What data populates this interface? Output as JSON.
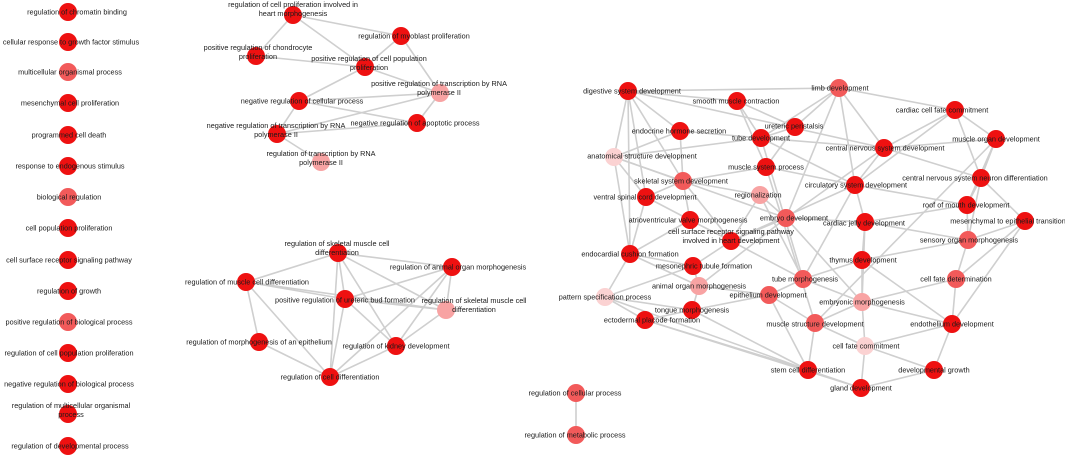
{
  "colors": {
    "strong": "#ee1111",
    "medium": "#f25a5a",
    "light": "#f8a3a3",
    "pale": "#fbd2d2",
    "edge": "#cfcfcf"
  },
  "nodes": [
    {
      "id": "n1",
      "label": [
        "regulation of chromatin binding"
      ],
      "shade": "strong"
    },
    {
      "id": "n2",
      "label": [
        "cellular response to growth factor stimulus"
      ],
      "shade": "strong"
    },
    {
      "id": "n3",
      "label": [
        "multicellular organismal process"
      ],
      "shade": "medium"
    },
    {
      "id": "n4",
      "label": [
        "mesenchymal cell proliferation"
      ],
      "shade": "strong"
    },
    {
      "id": "n5",
      "label": [
        "programmed cell death"
      ],
      "shade": "strong"
    },
    {
      "id": "n6",
      "label": [
        "response to endogenous stimulus"
      ],
      "shade": "strong"
    },
    {
      "id": "n7",
      "label": [
        "biological regulation"
      ],
      "shade": "medium"
    },
    {
      "id": "n8",
      "label": [
        "cell population proliferation"
      ],
      "shade": "strong"
    },
    {
      "id": "n9",
      "label": [
        "cell surface receptor signaling pathway"
      ],
      "shade": "strong"
    },
    {
      "id": "n10",
      "label": [
        "regulation of growth"
      ],
      "shade": "strong"
    },
    {
      "id": "n11",
      "label": [
        "positive regulation of biological process"
      ],
      "shade": "medium"
    },
    {
      "id": "n12",
      "label": [
        "regulation of cell population proliferation"
      ],
      "shade": "strong"
    },
    {
      "id": "n13",
      "label": [
        "negative regulation of biological process"
      ],
      "shade": "strong"
    },
    {
      "id": "n14",
      "label": [
        "regulation of multicellular organismal",
        "process"
      ],
      "shade": "strong"
    },
    {
      "id": "n15",
      "label": [
        "regulation of developmental process"
      ],
      "shade": "strong"
    },
    {
      "id": "c1",
      "label": [
        "regulation of cell proliferation involved in",
        "heart morphogenesis"
      ],
      "shade": "strong"
    },
    {
      "id": "c2",
      "label": [
        "regulation of myoblast proliferation"
      ],
      "shade": "strong"
    },
    {
      "id": "c3",
      "label": [
        "positive regulation of chondrocyte",
        "proliferation"
      ],
      "shade": "strong"
    },
    {
      "id": "c4",
      "label": [
        "positive regulation of cell population",
        "proliferation"
      ],
      "shade": "strong"
    },
    {
      "id": "c5",
      "label": [
        "positive regulation of transcription by RNA",
        "polymerase II"
      ],
      "shade": "light"
    },
    {
      "id": "c6",
      "label": [
        "negative regulation of cellular process"
      ],
      "shade": "strong"
    },
    {
      "id": "c7",
      "label": [
        "negative regulation of apoptotic process"
      ],
      "shade": "strong"
    },
    {
      "id": "c8",
      "label": [
        "negative regulation of transcription by RNA",
        "polymerase II"
      ],
      "shade": "strong"
    },
    {
      "id": "c9",
      "label": [
        "regulation of transcription by RNA",
        "polymerase II"
      ],
      "shade": "light"
    },
    {
      "id": "d1",
      "label": [
        "regulation of skeletal muscle cell",
        "differentiation"
      ],
      "shade": "strong"
    },
    {
      "id": "d2",
      "label": [
        "regulation of animal organ morphogenesis"
      ],
      "shade": "strong"
    },
    {
      "id": "d3",
      "label": [
        "regulation of muscle cell differentiation"
      ],
      "shade": "strong"
    },
    {
      "id": "d4",
      "label": [
        "positive regulation of ureteric bud formation"
      ],
      "shade": "strong"
    },
    {
      "id": "d5",
      "label": [
        "regulation of skeletal muscle cell",
        "differentiation"
      ],
      "shade": "light"
    },
    {
      "id": "d6",
      "label": [
        "regulation of morphogenesis of an epithelium"
      ],
      "shade": "strong"
    },
    {
      "id": "d7",
      "label": [
        "regulation of kidney development"
      ],
      "shade": "strong"
    },
    {
      "id": "d8",
      "label": [
        "regulation of cell differentiation"
      ],
      "shade": "strong"
    },
    {
      "id": "e1",
      "label": [
        "regulation of cellular process"
      ],
      "shade": "medium"
    },
    {
      "id": "e2",
      "label": [
        "regulation of metabolic process"
      ],
      "shade": "medium"
    },
    {
      "id": "b1",
      "label": [
        "digestive system development"
      ],
      "shade": "strong"
    },
    {
      "id": "b2",
      "label": [
        "limb development"
      ],
      "shade": "medium"
    },
    {
      "id": "b3",
      "label": [
        "smooth muscle contraction"
      ],
      "shade": "strong"
    },
    {
      "id": "b4",
      "label": [
        "cardiac cell fate commitment"
      ],
      "shade": "strong"
    },
    {
      "id": "b5",
      "label": [
        "ureteric peristalsis"
      ],
      "shade": "strong"
    },
    {
      "id": "b6",
      "label": [
        "endocrine hormone secretion"
      ],
      "shade": "strong"
    },
    {
      "id": "b7",
      "label": [
        "tube development"
      ],
      "shade": "strong"
    },
    {
      "id": "b8",
      "label": [
        "muscle organ development"
      ],
      "shade": "strong"
    },
    {
      "id": "b9",
      "label": [
        "anatomical structure development"
      ],
      "shade": "pale"
    },
    {
      "id": "b10",
      "label": [
        "central nervous system development"
      ],
      "shade": "strong"
    },
    {
      "id": "b11",
      "label": [
        "muscle system process"
      ],
      "shade": "strong"
    },
    {
      "id": "b12",
      "label": [
        "skeletal system development"
      ],
      "shade": "medium"
    },
    {
      "id": "b13",
      "label": [
        "circulatory system development"
      ],
      "shade": "strong"
    },
    {
      "id": "b14",
      "label": [
        "central nervous system neuron differentiation"
      ],
      "shade": "strong"
    },
    {
      "id": "b15",
      "label": [
        "regionalization"
      ],
      "shade": "light"
    },
    {
      "id": "b16",
      "label": [
        "ventral spinal cord development"
      ],
      "shade": "strong"
    },
    {
      "id": "b17",
      "label": [
        "roof of mouth development"
      ],
      "shade": "strong"
    },
    {
      "id": "b18",
      "label": [
        "embryo development"
      ],
      "shade": "medium"
    },
    {
      "id": "b19",
      "label": [
        "atrioventricular valve morphogenesis"
      ],
      "shade": "strong"
    },
    {
      "id": "b20",
      "label": [
        "cardiac jelly development"
      ],
      "shade": "strong"
    },
    {
      "id": "b21",
      "label": [
        "mesenchymal to epithelial transition"
      ],
      "shade": "strong"
    },
    {
      "id": "b22",
      "label": [
        "cell surface receptor signaling pathway",
        "involved in heart development"
      ],
      "shade": "strong"
    },
    {
      "id": "b23",
      "label": [
        "sensory organ morphogenesis"
      ],
      "shade": "medium"
    },
    {
      "id": "b24",
      "label": [
        "endocardial cushion formation"
      ],
      "shade": "strong"
    },
    {
      "id": "b25",
      "label": [
        "thymus development"
      ],
      "shade": "strong"
    },
    {
      "id": "b26",
      "label": [
        "mesonephric tubule formation"
      ],
      "shade": "strong"
    },
    {
      "id": "b27",
      "label": [
        "tube morphogenesis"
      ],
      "shade": "medium"
    },
    {
      "id": "b28",
      "label": [
        "cell fate determination"
      ],
      "shade": "medium"
    },
    {
      "id": "b29",
      "label": [
        "animal organ morphogenesis"
      ],
      "shade": "light"
    },
    {
      "id": "b30",
      "label": [
        "pattern specification process"
      ],
      "shade": "pale"
    },
    {
      "id": "b31",
      "label": [
        "epithelium development"
      ],
      "shade": "medium"
    },
    {
      "id": "b32",
      "label": [
        "embryonic morphogenesis"
      ],
      "shade": "light"
    },
    {
      "id": "b33",
      "label": [
        "tongue morphogenesis"
      ],
      "shade": "strong"
    },
    {
      "id": "b34",
      "label": [
        "ectodermal placode formation"
      ],
      "shade": "strong"
    },
    {
      "id": "b35",
      "label": [
        "muscle structure development"
      ],
      "shade": "medium"
    },
    {
      "id": "b36",
      "label": [
        "endothelium development"
      ],
      "shade": "strong"
    },
    {
      "id": "b37",
      "label": [
        "cell fate commitment"
      ],
      "shade": "pale"
    },
    {
      "id": "b38",
      "label": [
        "stem cell differentiation"
      ],
      "shade": "strong"
    },
    {
      "id": "b39",
      "label": [
        "developmental growth"
      ],
      "shade": "strong"
    },
    {
      "id": "b40",
      "label": [
        "gland development"
      ],
      "shade": "strong"
    }
  ]
}
